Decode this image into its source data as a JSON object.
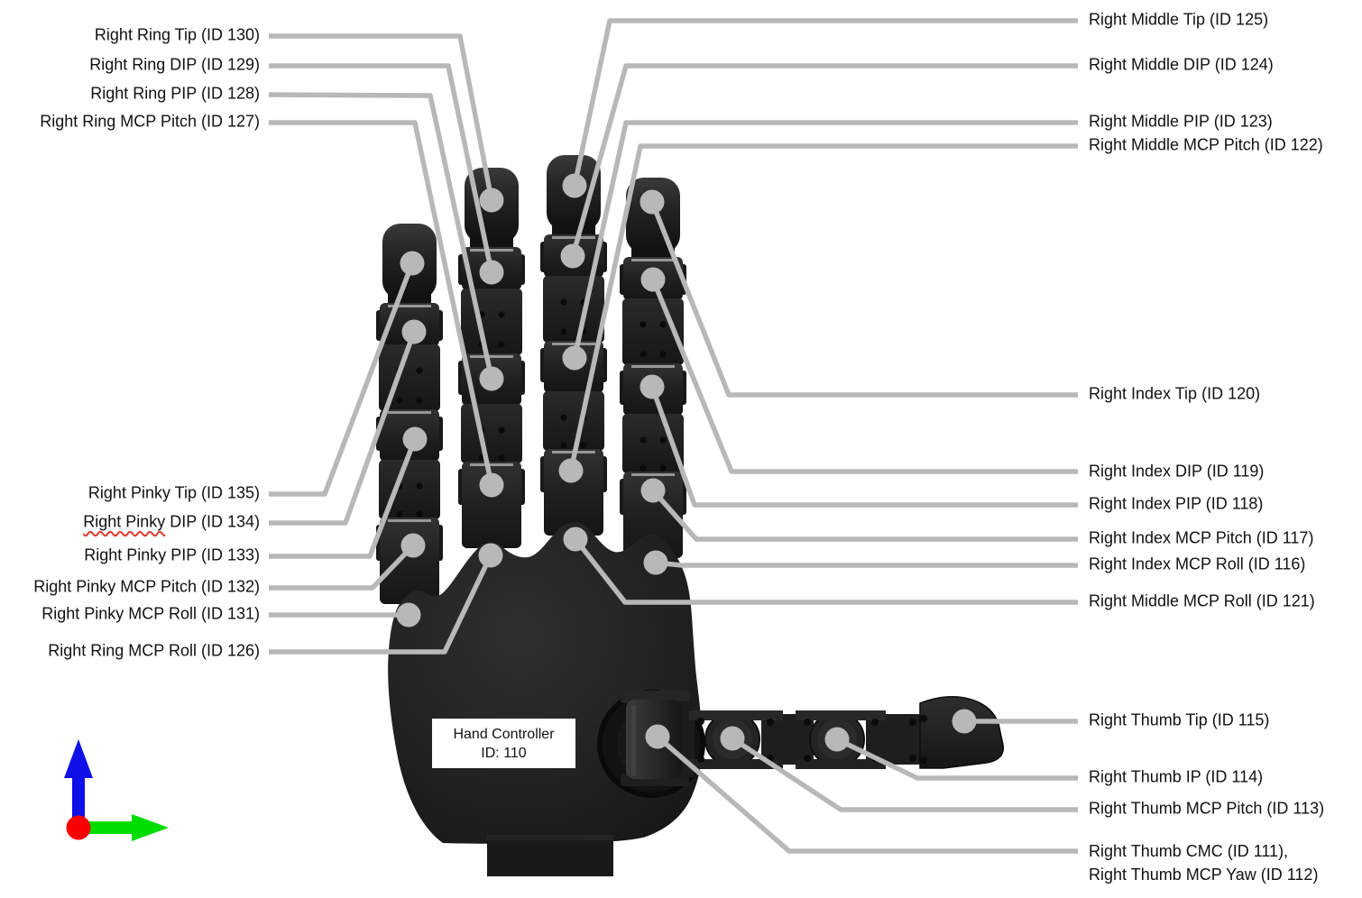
{
  "hand_controller": {
    "line1": "Hand Controller",
    "line2": "ID: 110"
  },
  "labels": {
    "ring_tip": "Right Ring Tip (ID 130)",
    "ring_dip": "Right Ring DIP (ID 129)",
    "ring_pip": "Right Ring PIP (ID 128)",
    "ring_mcp_pitch": "Right Ring MCP Pitch (ID 127)",
    "pinky_tip": "Right Pinky Tip (ID 135)",
    "pinky_dip_flagged": "Right Pinky",
    "pinky_dip_rest": " DIP (ID 134)",
    "pinky_pip": "Right Pinky PIP (ID 133)",
    "pinky_mcp_pitch": "Right Pinky MCP Pitch (ID 132)",
    "pinky_mcp_roll": "Right Pinky MCP Roll (ID 131)",
    "ring_mcp_roll": "Right Ring MCP Roll (ID 126)",
    "middle_tip": "Right Middle Tip (ID 125)",
    "middle_dip": "Right Middle DIP (ID 124)",
    "middle_pip": "Right Middle PIP (ID 123)",
    "middle_mcp_pitch": "Right Middle MCP Pitch (ID 122)",
    "index_tip": "Right Index Tip (ID 120)",
    "index_dip": "Right Index DIP (ID 119)",
    "index_pip": "Right Index PIP (ID 118)",
    "index_mcp_pitch": "Right Index MCP Pitch (ID 117)",
    "index_mcp_roll": "Right Index MCP Roll (ID 116)",
    "middle_mcp_roll": "Right Middle MCP Roll (ID 121)",
    "thumb_tip": "Right Thumb Tip (ID 115)",
    "thumb_ip": "Right Thumb IP (ID 114)",
    "thumb_mcp_pitch": "Right Thumb MCP Pitch (ID 113)",
    "thumb_cmc_line1": "Right Thumb CMC (ID 111),",
    "thumb_cmc_line2": "Right Thumb MCP Yaw (ID 112)"
  },
  "colors": {
    "leader_line": "#b8b8b8",
    "joint_marker": "#b8b8b8",
    "label_text": "#111111",
    "hand_body": "#1f1f1f",
    "controller_box_bg": "#ffffff",
    "spellcheck_underline": "#e03a2f",
    "axis_up_arrow": "#0f0fe8",
    "axis_right_arrow": "#00dd00",
    "axis_origin": "#fa0000"
  }
}
